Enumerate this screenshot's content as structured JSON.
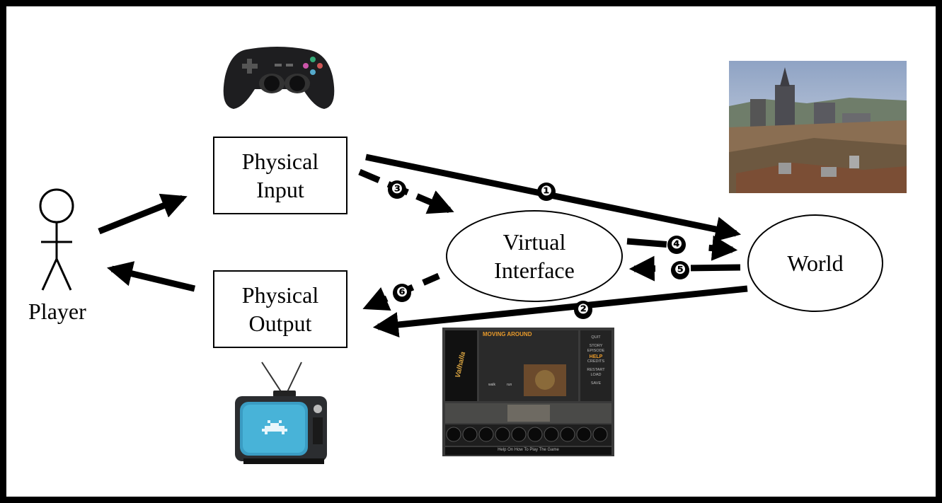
{
  "nodes": {
    "player": "Player",
    "physical_input": [
      "Physical",
      "Input"
    ],
    "physical_output": [
      "Physical",
      "Output"
    ],
    "virtual_interface": [
      "Virtual",
      "Interface"
    ],
    "world": "World"
  },
  "flow_badges": [
    "❶",
    "❷",
    "❸",
    "❹",
    "❺",
    "❻"
  ],
  "icons": {
    "input_device": "gamepad-icon",
    "output_device": "television-icon",
    "world_scene": "city-landscape-image",
    "interface_scene": "game-menu-screenshot"
  },
  "game_screenshot": {
    "heading": "MOVING AROUND",
    "logo": "Valhalla",
    "menu": [
      "QUIT",
      "STORY",
      "EPISODE",
      "HELP",
      "CREDITS",
      "RESTART",
      "LOAD",
      "SAVE"
    ],
    "bottom_bar": "Help On How To Play The Game",
    "labels": [
      "walk",
      "run"
    ]
  }
}
